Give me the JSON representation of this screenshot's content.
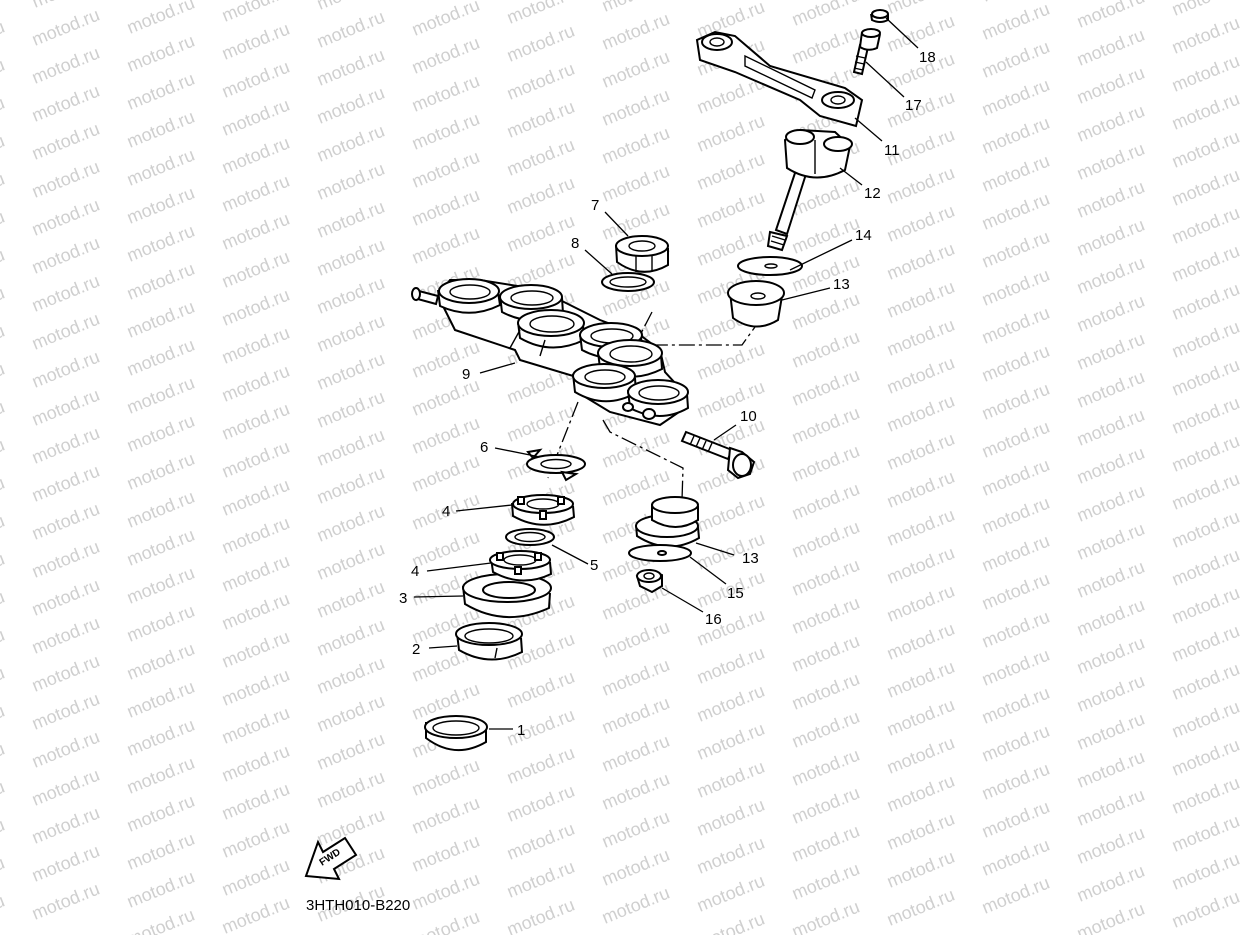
{
  "watermark": "motod.ru",
  "diagram_code": "3HTH010-B220",
  "fwd_label": "FWD",
  "callouts": [
    {
      "id": "c1",
      "text": "1"
    },
    {
      "id": "c2",
      "text": "2"
    },
    {
      "id": "c3",
      "text": "3"
    },
    {
      "id": "c4a",
      "text": "4"
    },
    {
      "id": "c4b",
      "text": "4"
    },
    {
      "id": "c5",
      "text": "5"
    },
    {
      "id": "c6",
      "text": "6"
    },
    {
      "id": "c7",
      "text": "7"
    },
    {
      "id": "c8",
      "text": "8"
    },
    {
      "id": "c9",
      "text": "9"
    },
    {
      "id": "c10",
      "text": "10"
    },
    {
      "id": "c11",
      "text": "11"
    },
    {
      "id": "c12",
      "text": "12"
    },
    {
      "id": "c13a",
      "text": "13"
    },
    {
      "id": "c13b",
      "text": "13"
    },
    {
      "id": "c14",
      "text": "14"
    },
    {
      "id": "c15",
      "text": "15"
    },
    {
      "id": "c16",
      "text": "16"
    },
    {
      "id": "c17",
      "text": "17"
    },
    {
      "id": "c18",
      "text": "18"
    }
  ]
}
